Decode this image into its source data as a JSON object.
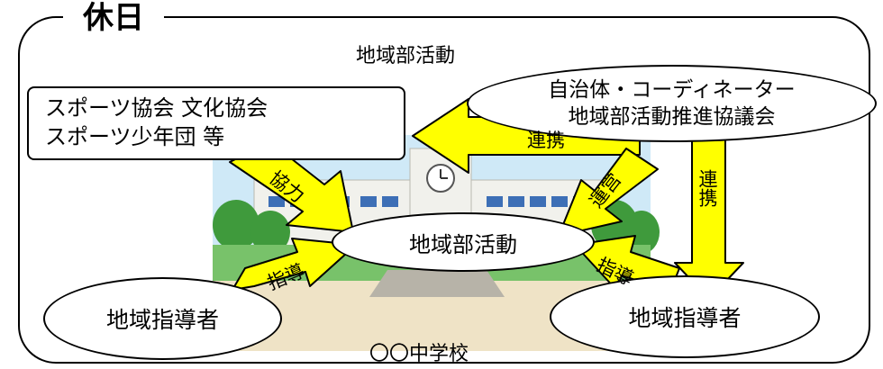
{
  "frame": {
    "title": "休日"
  },
  "top_label": "地域部活動",
  "association_box": {
    "line1": "スポーツ協会 文化協会",
    "line2": "スポーツ少年団 等"
  },
  "council": {
    "line1": "自治体・コーディネーター",
    "line2": "地域部活動推進協議会"
  },
  "center": {
    "label": "地域部活動"
  },
  "coach_left": {
    "label": "地域指導者"
  },
  "coach_right": {
    "label": "地域指導者"
  },
  "school": {
    "label": "〇〇中学校"
  },
  "arrows": {
    "renkei_left": "連携",
    "kyoryoku": "協力",
    "unei": "運営",
    "renkei_right": "連携",
    "shido_left": "指導",
    "shido_right": "指導"
  },
  "colors": {
    "arrow_fill": "#ffff00",
    "sky": "#cfe9f7",
    "grass": "#78c26a",
    "tree": "#3f9a3c",
    "building": "#f1f1ec"
  }
}
